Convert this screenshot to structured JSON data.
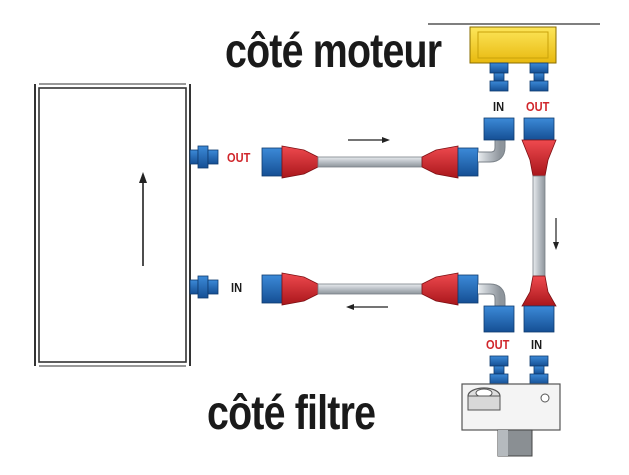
{
  "titles": {
    "engine_side": "côté moteur",
    "filter_side": "côté filtre"
  },
  "ports": {
    "cooler_out": "OUT",
    "cooler_in": "IN",
    "engine_in": "IN",
    "engine_out": "OUT",
    "filter_out": "OUT",
    "filter_in": "IN"
  },
  "colors": {
    "fitting_blue": "#1f6cc0",
    "fitting_red": "#d0262b",
    "hose_grey": "#c9cdd2",
    "engine_block_yellow": "#f4d21c",
    "label_red": "#d0262b",
    "text_dark": "#1a1a1a"
  },
  "icons": {
    "flow_arrows": [
      "arrow-up-icon",
      "arrow-right-icon",
      "arrow-down-icon",
      "arrow-left-icon"
    ]
  }
}
